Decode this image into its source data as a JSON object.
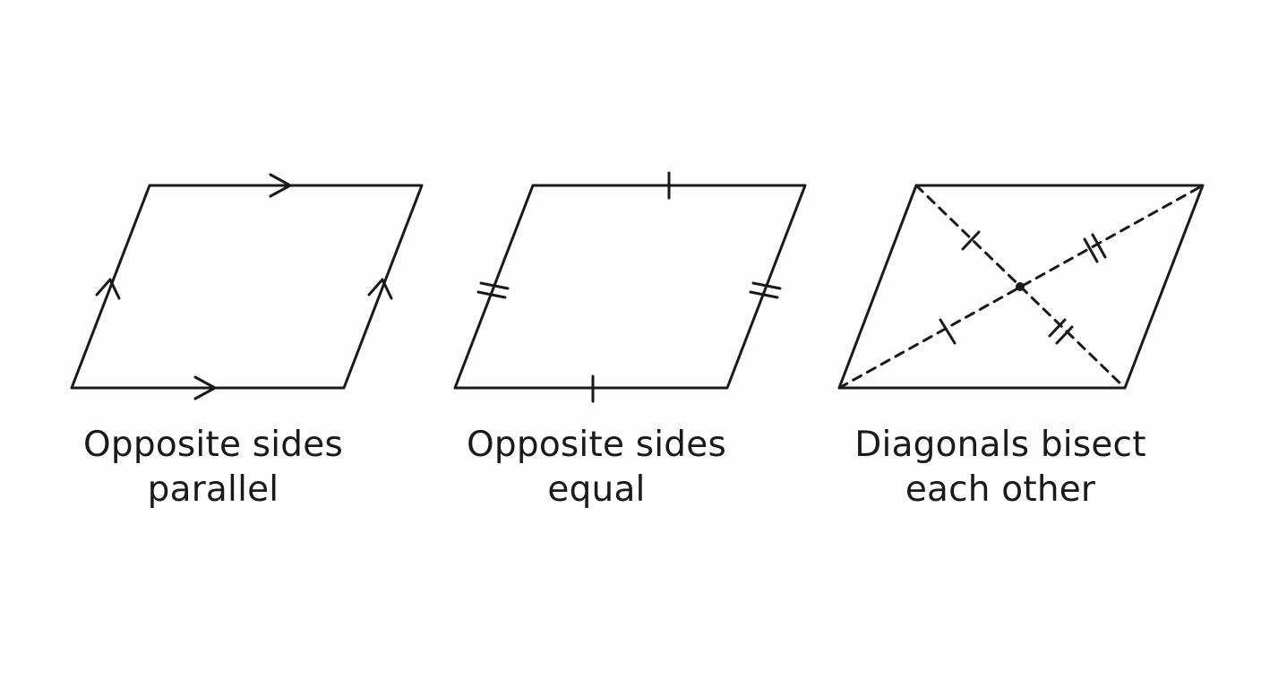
{
  "diagram": {
    "stroke_color": "#1a1a1a",
    "background": "#fdfdfd",
    "panels": [
      {
        "caption_line1": "Opposite sides",
        "caption_line2": "parallel",
        "marker": "parallel-arrows"
      },
      {
        "caption_line1": "Opposite sides",
        "caption_line2": "equal",
        "marker": "tick-marks"
      },
      {
        "caption_line1": "Diagonals bisect",
        "caption_line2": "each other",
        "marker": "dashed-diagonals"
      }
    ]
  }
}
